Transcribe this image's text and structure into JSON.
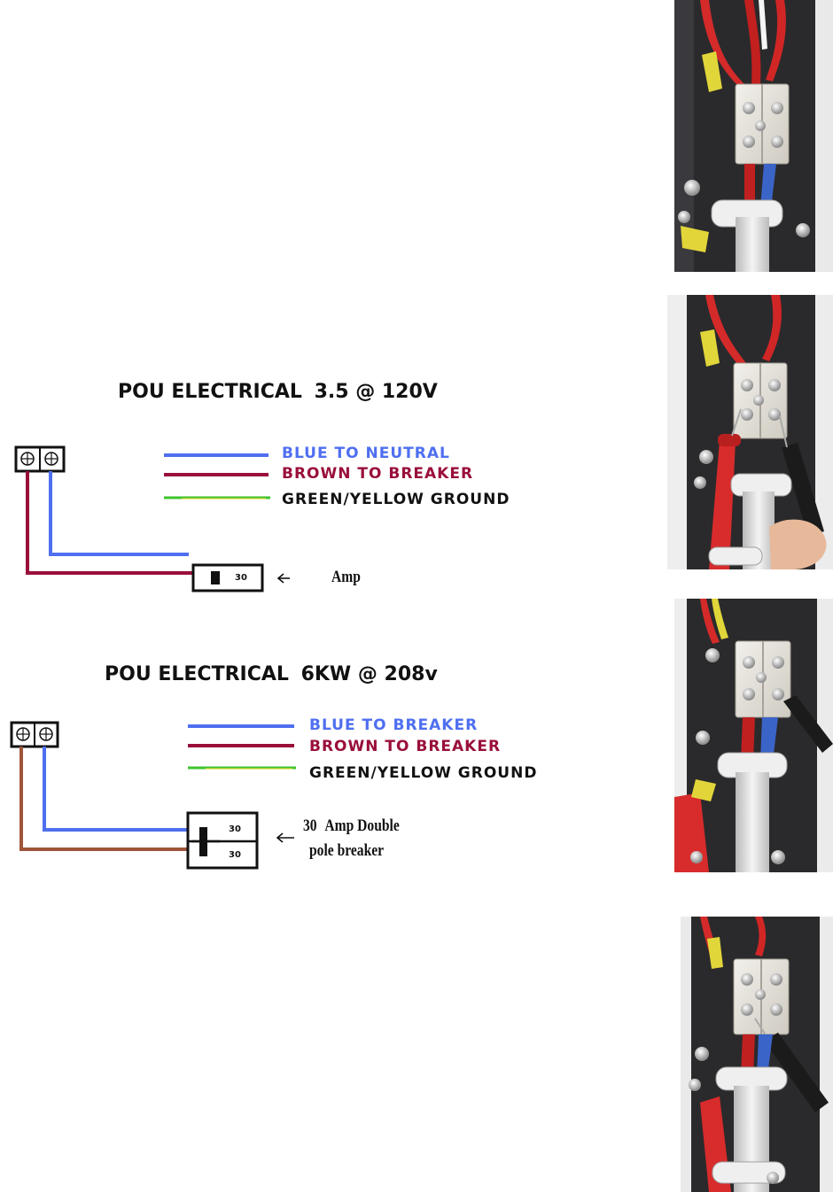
{
  "colors": {
    "blue": "#4f6ff0",
    "maroon": "#9a0f3a",
    "green": "#3ec42c",
    "yellow": "#d7d83a",
    "brown": "#a0553a",
    "black": "#111111"
  },
  "diagram_120v": {
    "title_left": "POU ELECTRICAL",
    "title_right": "3.5 @ 120V",
    "legend": [
      {
        "label": "BLUE TO NEUTRAL",
        "color": "#4f6ff0"
      },
      {
        "label": "BROWN TO BREAKER",
        "color": "#9a0f3a"
      },
      {
        "label": "GREEN/YELLOW GROUND",
        "color": "#111111"
      }
    ],
    "breaker_value": "30",
    "note": "Amp"
  },
  "diagram_208v": {
    "title_left": "POU ELECTRICAL",
    "title_right": "6KW @ 208v",
    "legend": [
      {
        "label": "BLUE TO BREAKER",
        "color": "#4f6ff0"
      },
      {
        "label": "BROWN TO BREAKER",
        "color": "#9a0f3a"
      },
      {
        "label": "GREEN/YELLOW GROUND",
        "color": "#111111"
      }
    ],
    "breaker_values": [
      "30",
      "30"
    ],
    "note_line1_num": "30",
    "note_line1": "Amp Double",
    "note_line2": "pole breaker"
  },
  "photos": [
    {
      "icon": "terminal-block-photo"
    },
    {
      "icon": "terminal-block-probe-photo"
    },
    {
      "icon": "terminal-block-probe-photo"
    },
    {
      "icon": "terminal-block-probe-photo"
    }
  ]
}
